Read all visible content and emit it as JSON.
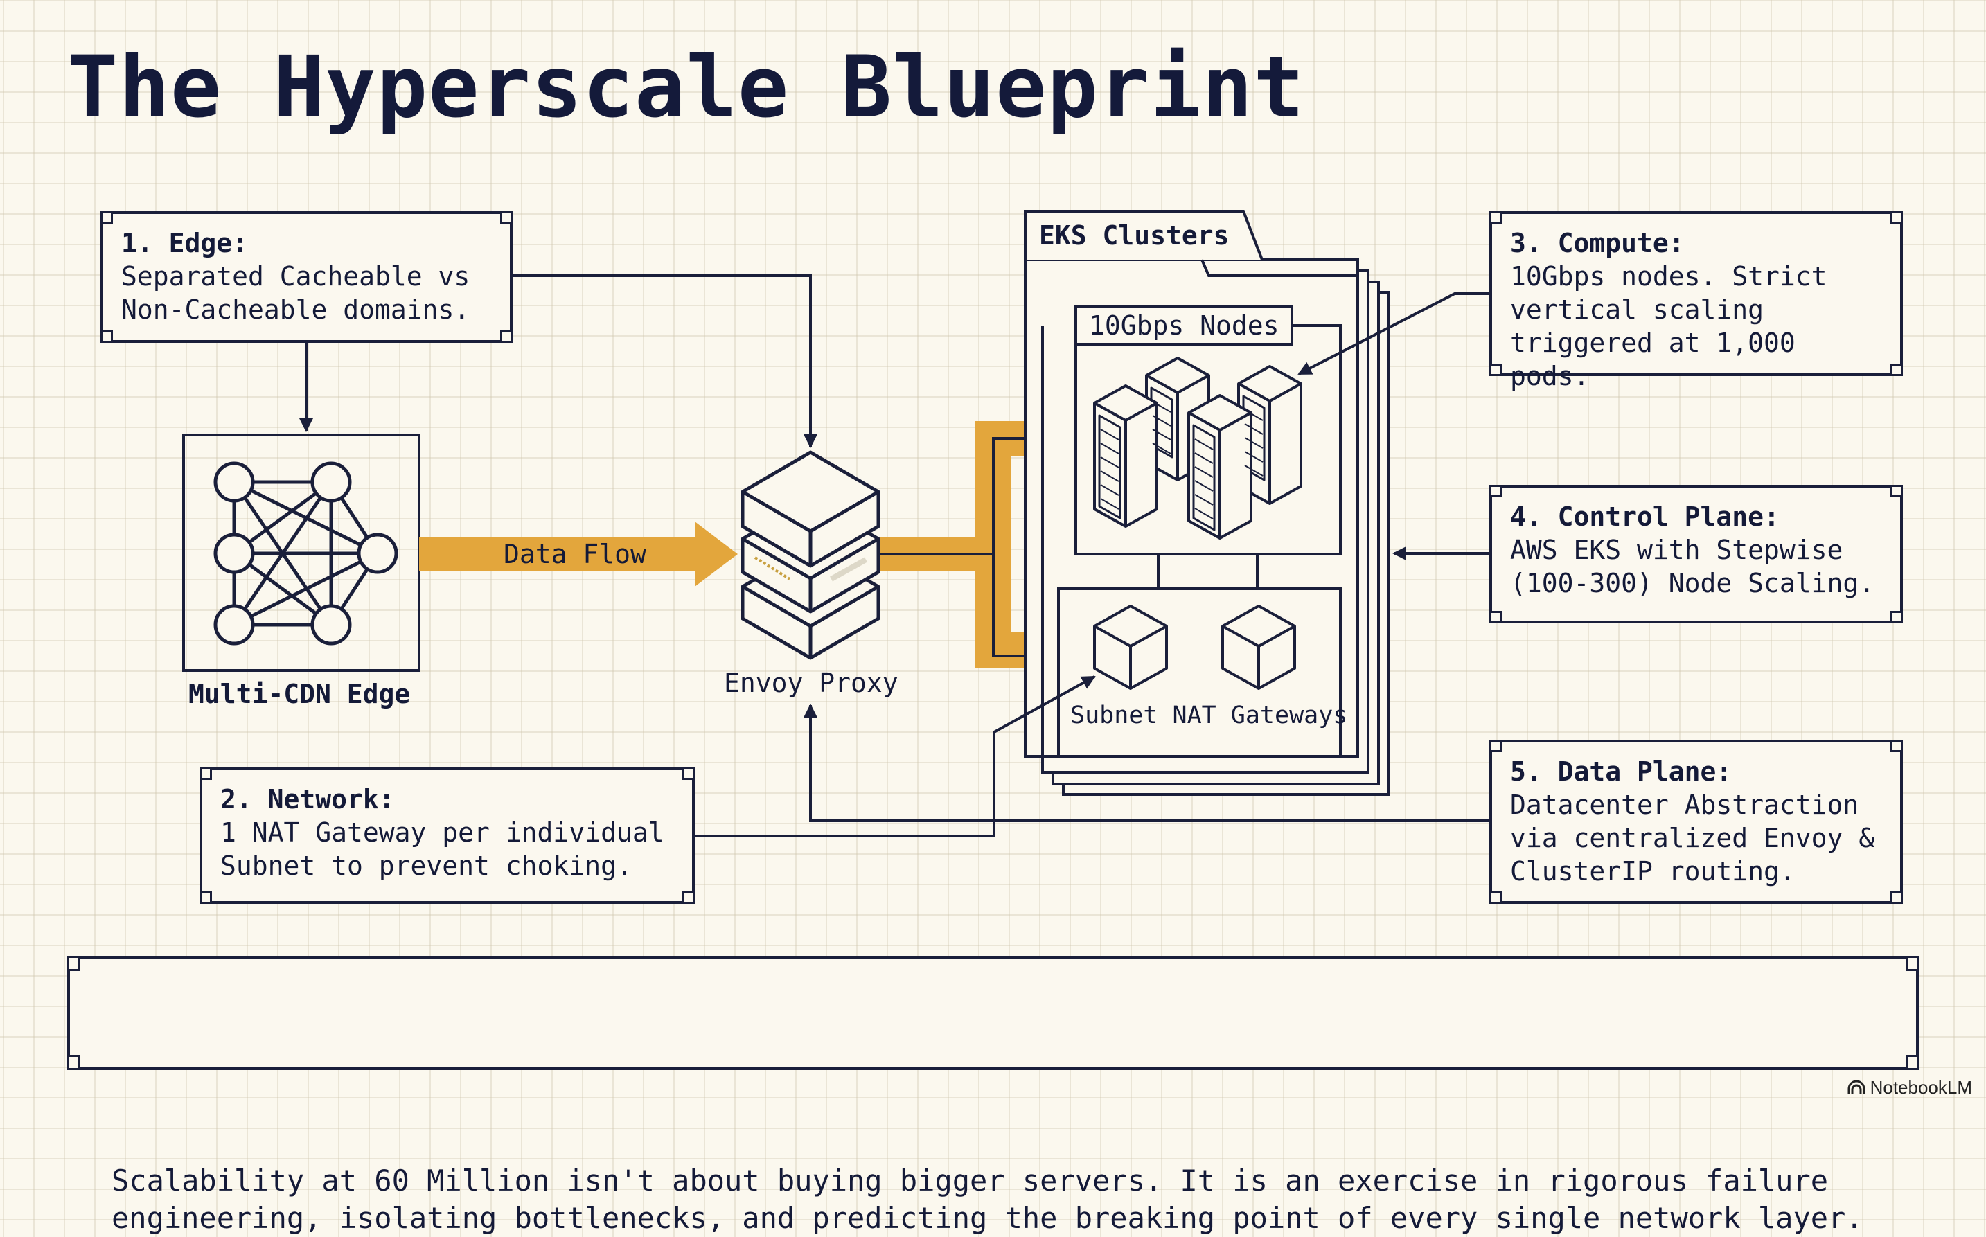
{
  "title": "The Hyperscale Blueprint",
  "colors": {
    "ink": "#1a1f3a",
    "flow": "#E3A63C",
    "paper": "#FBF8EE"
  },
  "notes": {
    "edge": {
      "heading": "1. Edge:",
      "body": "Separated Cacheable vs\nNon-Cacheable domains."
    },
    "network": {
      "heading": "2. Network:",
      "body": "1 NAT Gateway per individual\nSubnet to prevent choking."
    },
    "compute": {
      "heading": "3. Compute:",
      "body": "10Gbps nodes. Strict\nvertical scaling\ntriggered at 1,000 pods."
    },
    "control_plane": {
      "heading": "4. Control Plane:",
      "body": "AWS EKS with Stepwise\n(100-300) Node Scaling."
    },
    "data_plane": {
      "heading": "5. Data Plane:",
      "body": "Datacenter Abstraction\nvia centralized Envoy &\nClusterIP routing."
    }
  },
  "components": {
    "cdn": {
      "label": "Multi-CDN Edge",
      "icon": "mesh-network-icon"
    },
    "data_flow": {
      "label": "Data Flow"
    },
    "envoy": {
      "label": "Envoy Proxy",
      "icon": "stacked-layers-icon"
    },
    "eks": {
      "label": "EKS Clusters",
      "icon": "folder-stack-icon"
    },
    "nodes": {
      "label": "10Gbps Nodes",
      "icon": "server-rack-icon",
      "count": 4
    },
    "nat": {
      "label": "Subnet NAT Gateways",
      "icon": "cube-icon",
      "count": 2
    }
  },
  "banner": {
    "text": "Scalability at 60 Million isn't about buying bigger servers. It is an exercise in rigorous failure\nengineering, isolating bottlenecks, and predicting the breaking point of every single network layer."
  },
  "watermark": {
    "label": "NotebookLM",
    "icon": "notebooklm-logo-icon"
  }
}
